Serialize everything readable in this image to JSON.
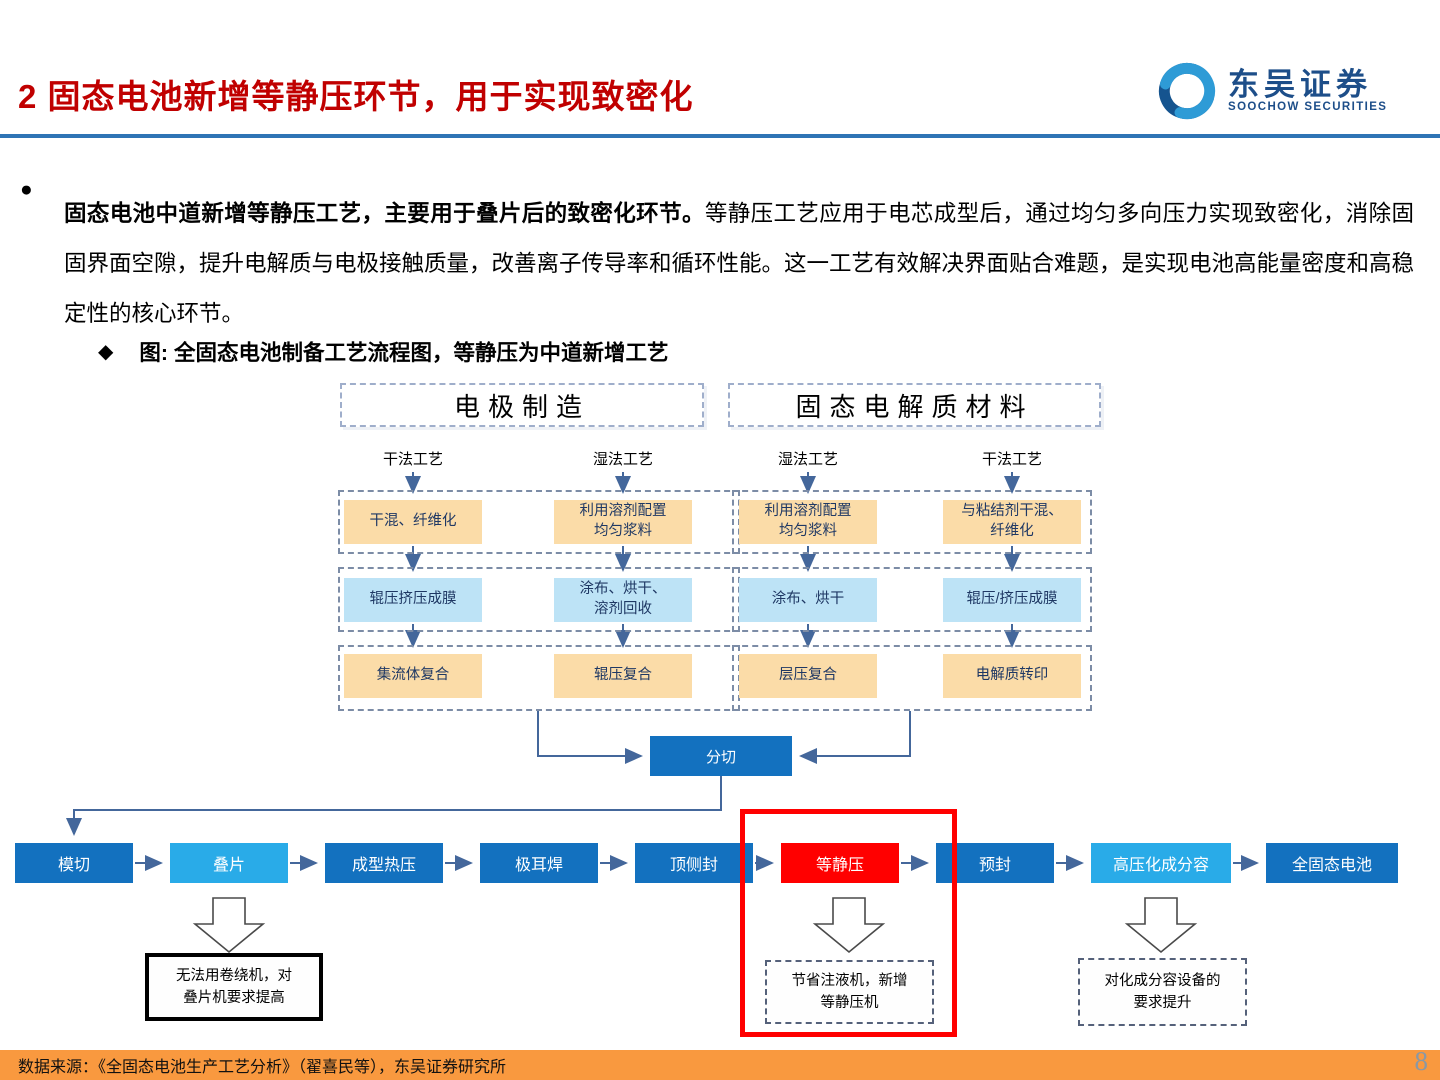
{
  "header": {
    "title": "2 固态电池新增等静压环节，用于实现致密化",
    "logo_cn": "东吴证券",
    "logo_en": "SOOCHOW SECURITIES"
  },
  "paragraph": {
    "bullet": "●",
    "bold": "固态电池中道新增等静压工艺，主要用于叠片后的致密化环节。",
    "rest": "等静压工艺应用于电芯成型后，通过均匀多向压力实现致密化，消除固固界面空隙，提升电解质与电极接触质量，改善离子传导率和循环性能。这一工艺有效解决界面贴合难题，是实现电池高能量密度和高稳定性的核心环节。"
  },
  "figure": {
    "marker": "◆",
    "caption": "图: 全固态电池制备工艺流程图，等静压为中道新增工艺"
  },
  "flowchart": {
    "sections": [
      {
        "title": "电极制造",
        "columns": [
          {
            "label": "干法工艺",
            "steps": [
              "干混、纤维化",
              "辊压挤压成膜",
              "集流体复合"
            ]
          },
          {
            "label": "湿法工艺",
            "steps": [
              "利用溶剂配置\n均匀浆料",
              "涂布、烘干、\n溶剂回收",
              "辊压复合"
            ]
          }
        ]
      },
      {
        "title": "固态电解质材料",
        "columns": [
          {
            "label": "湿法工艺",
            "steps": [
              "利用溶剂配置\n均匀浆料",
              "涂布、烘干",
              "层压复合"
            ]
          },
          {
            "label": "干法工艺",
            "steps": [
              "与粘结剂干混、\n纤维化",
              "辊压/挤压成膜",
              "电解质转印"
            ]
          }
        ]
      }
    ],
    "merge_step": "分切",
    "assembly_steps": [
      "模切",
      "叠片",
      "成型热压",
      "极耳焊",
      "顶侧封",
      "等静压",
      "预封",
      "高压化成分容",
      "全固态电池"
    ],
    "callouts": [
      "无法用卷绕机，对\n叠片机要求提高",
      "节省注液机，新增\n等静压机",
      "对化成分容设备的\n要求提升"
    ]
  },
  "footer": {
    "source": "数据来源：《全固态电池生产工艺分析》（翟喜民等），东吴证券研究所",
    "page": "8"
  },
  "colors": {
    "title_red": "#C00000",
    "rule_blue": "#2E74B5",
    "highlight_red": "#FF0000",
    "flow_dark_blue": "#1371BF",
    "flow_light_blue": "#29ABE8",
    "process_orange": "#FBDCA8",
    "process_blue": "#BDE3F6",
    "connector_blue": "#44679B",
    "footer_orange": "#F9993F"
  }
}
